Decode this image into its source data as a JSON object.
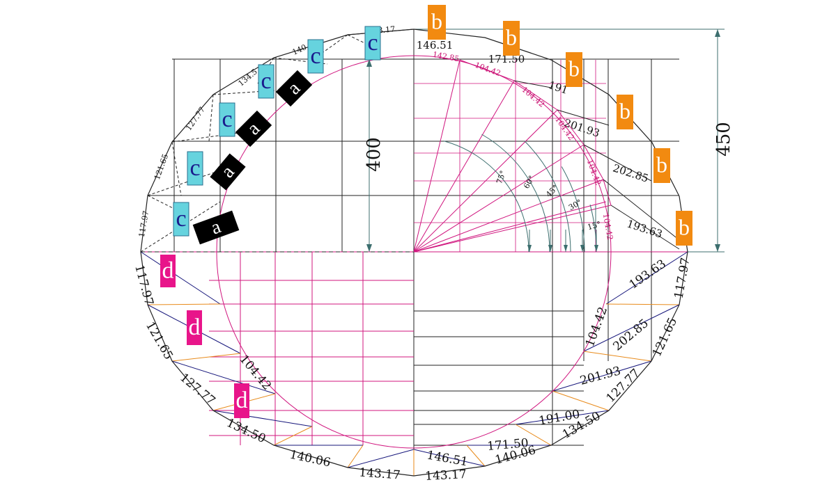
{
  "colors": {
    "outline": "#222222",
    "magenta": "#d0157e",
    "navy": "#14147a",
    "orange": "#e88a1a",
    "gray": "#3c6e6e",
    "tag_a_bg": "#000000",
    "tag_b_bg": "#f28a10",
    "tag_c_bg": "#66d3de",
    "tag_d_bg": "#e8158a",
    "tag_a_text": "#ffffff",
    "tag_b_text": "#ffffff",
    "tag_c_text": "#1a1a8c",
    "tag_d_text": "#ffffff"
  },
  "tags": {
    "a": "a",
    "b": "b",
    "c": "c",
    "d": "d"
  },
  "dimensions": {
    "height_450": "450",
    "height_400": "400",
    "upper_right": [
      "146.51",
      "171.50",
      "191",
      "201.93",
      "202.85",
      "193.63"
    ],
    "upper_left": [
      "117.97",
      "121.65",
      "127.77",
      "134.5",
      "140",
      "143.17"
    ],
    "inner_arc": [
      "142.85",
      "104.42",
      "104.42",
      "104.42",
      "104.42",
      "104.42"
    ],
    "angles": [
      "75°",
      "60°",
      "45°",
      "30°",
      "15°"
    ],
    "lower_left": [
      "117.97",
      "121.65",
      "127.77",
      "134.50",
      "140.06",
      "143.17"
    ],
    "lower_right": [
      "117.97",
      "121.65",
      "127.77",
      "134.50",
      "140.06",
      "143.17"
    ],
    "lower_inner_left": [
      "104.42"
    ],
    "lower_inner_right": [
      "104.42",
      "202.85",
      "193.63",
      "201.93",
      "191.00",
      "171.50",
      "146.51"
    ]
  }
}
